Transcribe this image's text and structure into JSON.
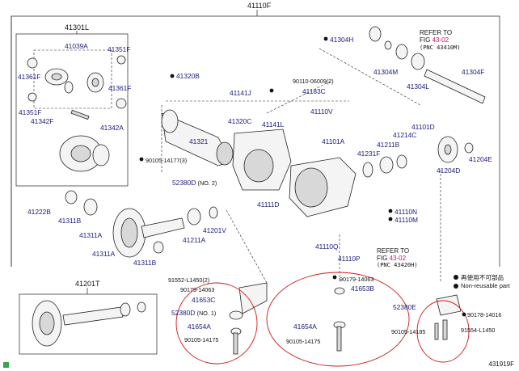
{
  "diagram": {
    "top_title": "41110F",
    "subassembly_titles": {
      "left_box": "41301L",
      "bottom_box": "41201T"
    },
    "labels": {
      "p41039A": "41039A",
      "p41351F_a": "41351F",
      "p41361F_a": "41361F",
      "p41361F_b": "41361F",
      "p41351F_b": "41351F",
      "p41342F": "41342F",
      "p41342A": "41342A",
      "p41320B": "41320B",
      "p41141J": "41141J",
      "p90110": "90110-06009",
      "p90110_q": "(2)",
      "p41183C": "41183C",
      "p41320C": "41320C",
      "p41141L": "41141L",
      "p41321": "41321",
      "p41110V": "41110V",
      "p90105_14177": "90105-14177",
      "p90105_q": "(3)",
      "p52380D": "52380D",
      "p52380D_no": "(NO. 2)",
      "p41101A": "41101A",
      "p41231F": "41231F",
      "p41211B": "41211B",
      "p41214C": "41214C",
      "p41101D": "41101D",
      "p41204E": "41204E",
      "p41204D": "41204D",
      "p41304H": "41304H",
      "p41304M": "41304M",
      "p41304L": "41304L",
      "p41304F": "41304F",
      "p41222B": "41222B",
      "p41311B_a": "41311B",
      "p41311A_a": "41311A",
      "p41211A": "41211A",
      "p41201V": "41201V",
      "p41311A_b": "41311A",
      "p41311B_b": "41311B",
      "p41111D": "41111D",
      "p41110N": "41110N",
      "p41110M": "41110M",
      "p41110Q": "41110Q",
      "p41110P": "41110P",
      "p91552": "91552-L1450",
      "p91552_q": "(2)",
      "p90179_a": "90179-14063",
      "p41653C": "41653C",
      "p52380D_b": "52380D",
      "p52380D_b_no": "(NO. 1)",
      "p41654A_a": "41654A",
      "p90105_14175_a": "90105-14175",
      "p90179_b": "90179-14063",
      "p41653B": "41653B",
      "p41654A_b": "41654A",
      "p90105_14175_b": "90105-14175",
      "p52380E": "52380E",
      "p90178": "90178-14016",
      "p90105_14185": "90105-14185",
      "p91554": "91554-L1450"
    },
    "references": [
      {
        "line1": "REFER TO",
        "line2_prefix": "FIG ",
        "fig": "43-02",
        "pnc": "(PNC 43410M)"
      },
      {
        "line1": "REFER TO",
        "line2_prefix": "FIG ",
        "fig": "43-02",
        "pnc": "(PNC 43420H)"
      }
    ],
    "legend": {
      "not_reusable_cn": "再使用不可部品",
      "not_reusable_en": "Non-reusable part"
    },
    "image_code": "431919F"
  }
}
